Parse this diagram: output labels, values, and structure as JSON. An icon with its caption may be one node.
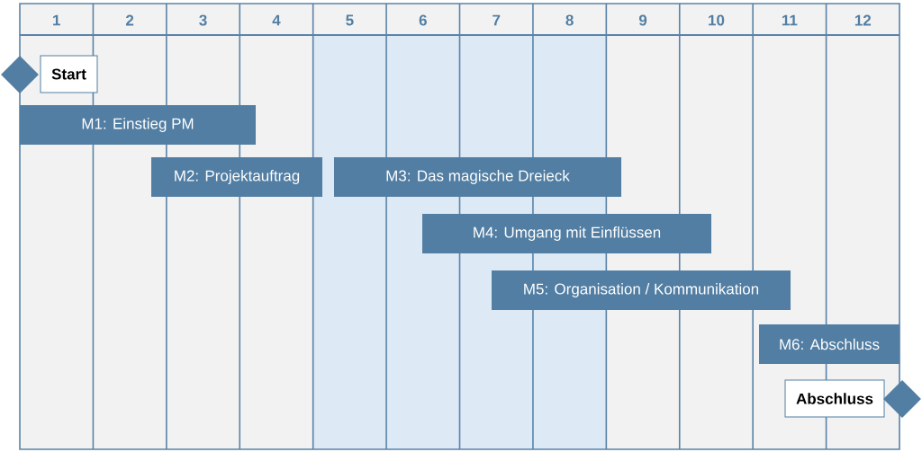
{
  "diagram": {
    "nodes": [
      {
        "text": [],
        "shape": "diamond"
      },
      {
        "text": [
          "Start"
        ]
      },
      {
        "text": [
          "M1: Einstieg  PM"
        ]
      },
      {
        "text": [
          "M2: Projektauftrag"
        ]
      },
      {
        "text": [
          "M3: Das magische Dreieck"
        ]
      },
      {
        "text": [
          "M4: Umgang mit Einflüssen"
        ]
      },
      {
        "text": [
          "M5: Organisation / Kommunikation"
        ]
      },
      {
        "text": [
          "M6: Abschluss"
        ]
      },
      {
        "text": [
          "Abschluss"
        ]
      },
      {
        "text": [],
        "shape": "diamond"
      }
    ],
    "labels": [
      "1",
      "2",
      "3",
      "4",
      "5",
      "6",
      "7",
      "8",
      "9",
      "10",
      "11",
      "12"
    ]
  }
}
